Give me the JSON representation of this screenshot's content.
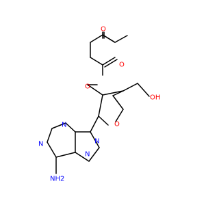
{
  "colors": {
    "bond": "#000000",
    "carbon": "#000000",
    "oxygen": "#ff0000",
    "nitrogen": "#0000ff",
    "background": "#ffffff"
  },
  "labels": {
    "ketone_o": "O",
    "ester_carbonyl_o": "O",
    "ester_o": "O",
    "hydroxyl": "OH",
    "ring_o": "O",
    "n9": "N",
    "n7": "N",
    "n3": "N",
    "n1": "N",
    "amino": "NH2"
  }
}
